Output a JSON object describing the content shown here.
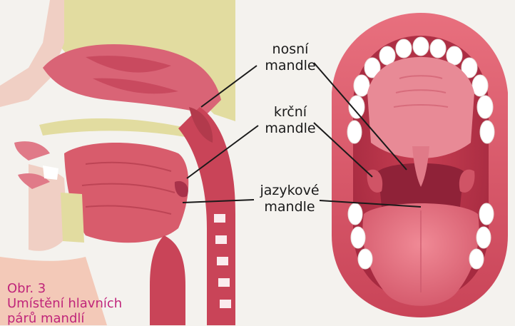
{
  "labels": {
    "nasal": [
      "nosní",
      "mandle"
    ],
    "palatine": [
      "krční",
      "mandle"
    ],
    "lingual": [
      "jazykové",
      "mandle"
    ]
  },
  "caption": {
    "number": "Obr. 3",
    "line1": "Umístění hlavních",
    "line2": "párů mandlí"
  },
  "colors": {
    "background": "#f4f2ee",
    "tissue": "#d85c6c",
    "tissue_dark": "#b23a4c",
    "tissue_light": "#f0a0a6",
    "bone": "#e2dca0",
    "teeth": "#ffffff",
    "caption": "#c0257a",
    "leader": "#1a1a1a"
  }
}
